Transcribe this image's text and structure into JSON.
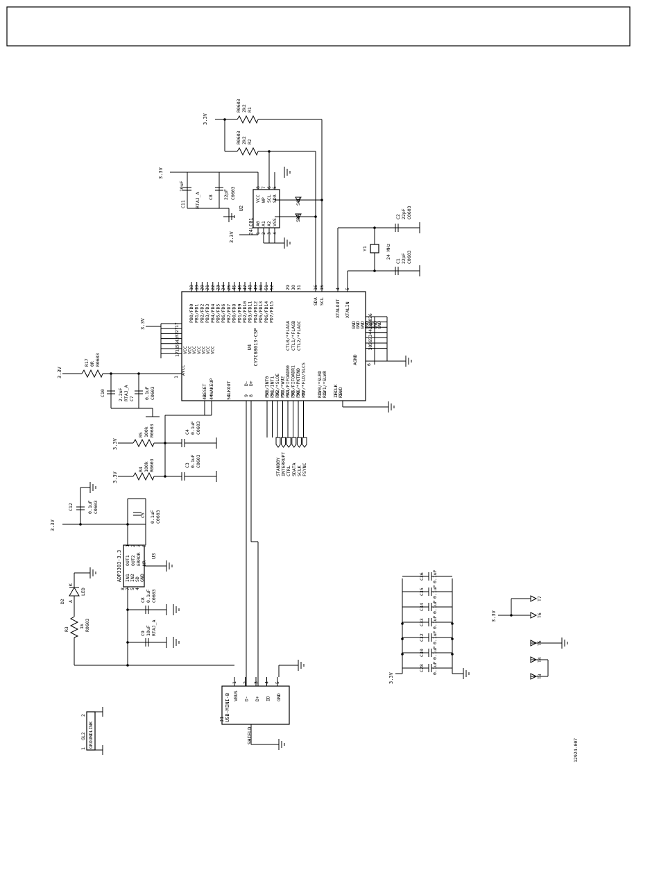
{
  "header": {
    "title": ""
  },
  "figure_id": "12924-007",
  "rails": {
    "v33": "3.3V"
  },
  "components": {
    "u4": {
      "ref": "U4",
      "part": "CY7C68013-CSP",
      "pins_top": [
        "PB0/FD0",
        "PB1/FD1",
        "PB2/FD2",
        "PB3/FD3",
        "PB4/FD4",
        "PB5/FD5",
        "PB6/FD6",
        "PB7/FD7",
        "PD0/FD8",
        "PD1/FD9",
        "PD2/FD10",
        "PD3/FD11",
        "PD4/FD12",
        "PD5/FD13",
        "PD6/FD14",
        "PD7/FD15"
      ],
      "pinnums_top": [
        "18",
        "19",
        "20",
        "21",
        "22",
        "23",
        "24",
        "25",
        "45",
        "46",
        "47",
        "48",
        "49",
        "50",
        "51",
        "52"
      ],
      "pins_ctl": [
        "CTL0/*FLAGA",
        "CTL1/*FLAGB",
        "CTL2/*FLAGC"
      ],
      "pinnums_ctl": [
        "29",
        "30",
        "31"
      ],
      "pins_i2c": [
        "SDA",
        "SCL"
      ],
      "pinnums_i2c": [
        "16",
        "15"
      ],
      "pins_xtal": [
        "XTALOUT",
        "XTALIN"
      ],
      "pinnums_xtal": [
        "4",
        "5"
      ],
      "pins_vcc": [
        "VCC",
        "VCC",
        "VCC",
        "VCC",
        "VCC",
        "VCC",
        "VCC"
      ],
      "pinnums_vcc": [
        "17",
        "27",
        "32",
        "43",
        "55",
        "11",
        "17"
      ],
      "pin_avcc": "AVCC",
      "pinnum_avcc": "1",
      "pins_gnd": [
        "GND",
        "GND",
        "GND",
        "GND",
        "GND",
        "GND",
        "GND"
      ],
      "pinnums_gnd": [
        "26",
        "28",
        "33",
        "44",
        "53",
        "56",
        "10"
      ],
      "pin_agnd": "AGND",
      "pinnum_agnd": "6",
      "pins_left": [
        "RESET",
        "*WAKEUP"
      ],
      "pinnums_left": [
        "42",
        "44"
      ],
      "pin_clkout": "CLKOUT",
      "pinnum_clkout": "54",
      "pins_usb": [
        "D-",
        "D+"
      ],
      "pinnums_usb": [
        "9",
        "8"
      ],
      "pins_pa": [
        "PA0/INT0",
        "PA1/INT1",
        "PA2/*SLOE",
        "PA3/*WU2",
        "PA4/FIFOADR0",
        "PA5/FIFOADR1",
        "PA6/*PKTEND",
        "PA7/*FLD/SLCS"
      ],
      "pinnums_pa": [
        "33",
        "34",
        "35",
        "36",
        "37",
        "38",
        "39",
        "40"
      ],
      "pins_rdy": [
        "RDY0/*SLRD",
        "RDY1/*SLWR"
      ],
      "pinnums_rdy": [
        "1",
        "2"
      ],
      "pins_ifclk": [
        "IFCLK",
        "RSVD"
      ],
      "pinnums_ifclk": [
        "13",
        "14"
      ]
    },
    "u2": {
      "ref": "U2",
      "part": "24LC01",
      "pins_a": [
        "VCC",
        "WP",
        "SCL",
        "SDA"
      ],
      "pinnums_a": [
        "8",
        "7",
        "6",
        "5"
      ],
      "pins_b": [
        "A0",
        "A1",
        "A2",
        "VSS"
      ],
      "pinnums_b": [
        "1",
        "2",
        "3",
        "4"
      ],
      "net_scl": "SCL",
      "net_sda": "SDA"
    },
    "u3": {
      "ref": "U3",
      "part": "ADP3303-3.3",
      "pins_r": [
        "OUT1",
        "OUT2",
        "ERROR",
        "NR"
      ],
      "pinnums_r": [
        "1",
        "2",
        "3",
        "8"
      ],
      "pins_l": [
        "IN1",
        "IN2",
        "SD",
        "GND"
      ],
      "pinnums_l": [
        "8",
        "7",
        "5",
        "4"
      ]
    },
    "j1": {
      "ref": "J1",
      "part": "USB-MINI-B",
      "pins": [
        "VBUS",
        "D-",
        "D+",
        "ID",
        "GND"
      ],
      "pinnums": [
        "1",
        "2",
        "3",
        "4",
        "5"
      ],
      "shield": "SHIELD"
    },
    "y1": {
      "ref": "Y1",
      "value": "24 MHz"
    },
    "c1": {
      "ref": "C1",
      "value": "22pF",
      "pkg": "C0603"
    },
    "c2": {
      "ref": "C2",
      "value": "22pF",
      "pkg": "C0603"
    },
    "c3": {
      "ref": "C3",
      "value": "0.1uF",
      "pkg": "C0603"
    },
    "c4": {
      "ref": "C4",
      "value": "0.1uF",
      "pkg": "C0603"
    },
    "c5": {
      "ref": "C5",
      "value": "0.1uF",
      "pkg": "C0603"
    },
    "c7": {
      "ref": "C7",
      "value": "0.1uF",
      "pkg": "C0603"
    },
    "c8": {
      "ref": "C8",
      "value": "22pF",
      "pkg": "C0603"
    },
    "c8b": {
      "ref": "C8",
      "value": "0.1uF",
      "pkg": "C0603"
    },
    "c9": {
      "ref": "C9",
      "value": "10uF",
      "pkg": "RTAJ_A"
    },
    "c10": {
      "ref": "C10",
      "value": "2.2uF",
      "pkg": "RTAJ_A"
    },
    "c11": {
      "ref": "C11",
      "value": "10uF",
      "pkg": "RTAJ_A"
    },
    "c12": {
      "ref": "C12",
      "value": "0.1uF",
      "pkg": "C0603"
    },
    "r1": {
      "ref": "R1",
      "value": "2k2",
      "pkg": "R0603"
    },
    "r2": {
      "ref": "R2",
      "value": "2k2",
      "pkg": "R0603"
    },
    "r3": {
      "ref": "R3",
      "value": "1k",
      "pkg": "R0603"
    },
    "r4": {
      "ref": "R4",
      "value": "100k",
      "pkg": "R0603"
    },
    "r5": {
      "ref": "R5",
      "value": "100k",
      "pkg": "R0603"
    },
    "r17": {
      "ref": "R17",
      "value": "0R",
      "pkg": "R0603"
    },
    "d2": {
      "ref": "D2",
      "value": "LED",
      "a": "A",
      "k": "K"
    },
    "gl2": {
      "pin1": "1",
      "ref": "GL2",
      "pin2": "2",
      "value": "GROUNDLINK"
    },
    "decoupling": {
      "refs": [
        "C28",
        "C30",
        "C32",
        "C33",
        "C34",
        "C35",
        "C36"
      ],
      "value": "0.1uF"
    }
  },
  "nets_pa": [
    "STANDBY",
    "INTERRUPT",
    "CTRL",
    "SDATA",
    "SCLK",
    "FSYNC"
  ],
  "test_points": [
    "T7",
    "T6",
    "T5",
    "T4",
    "T3"
  ]
}
